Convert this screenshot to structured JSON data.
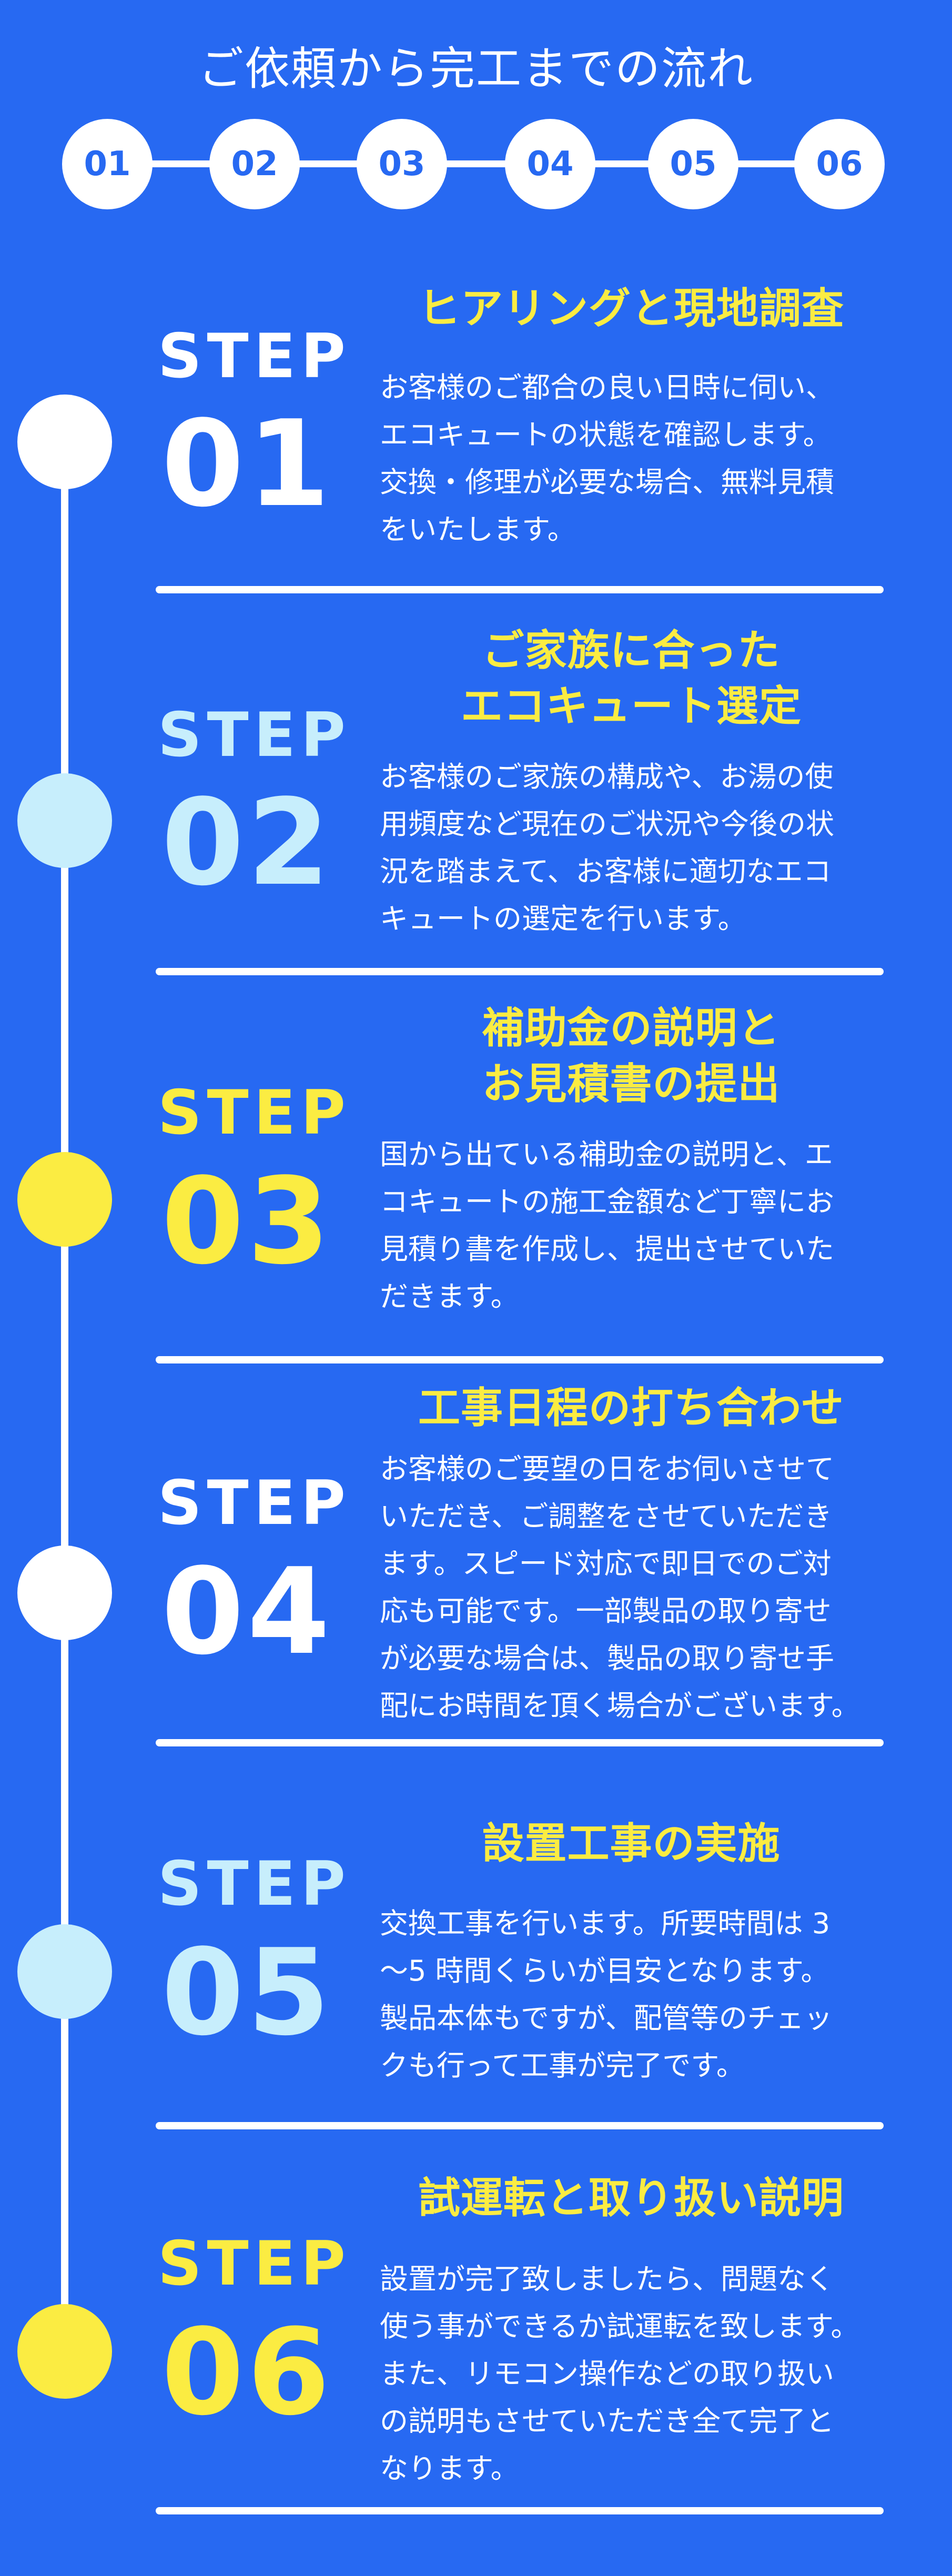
{
  "header": {
    "title": "ご依頼から完工までの流れ"
  },
  "progress": {
    "steps": [
      "01",
      "02",
      "03",
      "04",
      "05",
      "06"
    ]
  },
  "colors": {
    "background": "#2769f2",
    "white": "#ffffff",
    "light_blue": "#c7eefc",
    "yellow": "#fbec42"
  },
  "steps": [
    {
      "label": "STEP",
      "number": "01",
      "title_lines": [
        "ヒアリングと現地調査"
      ],
      "description_lines": [
        "お客様のご都合の良い日時に伺い、",
        "エコキュートの状態を確認します。",
        "交換・修理が必要な場合、無料見積",
        "をいたします。"
      ]
    },
    {
      "label": "STEP",
      "number": "02",
      "title_lines": [
        "ご家族に合った",
        "エコキュート選定"
      ],
      "description_lines": [
        "お客様のご家族の構成や、お湯の使",
        "用頻度など現在のご状況や今後の状",
        "況を踏まえて、お客様に適切なエコ",
        "キュートの選定を行います。"
      ]
    },
    {
      "label": "STEP",
      "number": "03",
      "title_lines": [
        "補助金の説明と",
        "お見積書の提出"
      ],
      "description_lines": [
        "国から出ている補助金の説明と、エ",
        "コキュートの施工金額など丁寧にお",
        "見積り書を作成し、提出させていた",
        "だきます。"
      ]
    },
    {
      "label": "STEP",
      "number": "04",
      "title_lines": [
        "工事日程の打ち合わせ"
      ],
      "description_lines": [
        "お客様のご要望の日をお伺いさせて",
        "いただき、ご調整をさせていただき",
        "ます。スピード対応で即日でのご対",
        "応も可能です。一部製品の取り寄せ",
        "が必要な場合は、製品の取り寄せ手",
        "配にお時間を頂く場合がございます。"
      ]
    },
    {
      "label": "STEP",
      "number": "05",
      "title_lines": [
        "設置工事の実施"
      ],
      "description_lines": [
        "交換工事を行います。所要時間は 3",
        "〜5 時間くらいが目安となります。",
        "製品本体もですが、配管等のチェッ",
        "クも行って工事が完了です。"
      ]
    },
    {
      "label": "STEP",
      "number": "06",
      "title_lines": [
        "試運転と取り扱い説明"
      ],
      "description_lines": [
        "設置が完了致しましたら、問題なく",
        "使う事ができるか試運転を致します。",
        "また、リモコン操作などの取り扱い",
        "の説明もさせていただき全て完了と",
        "なります。"
      ]
    }
  ]
}
